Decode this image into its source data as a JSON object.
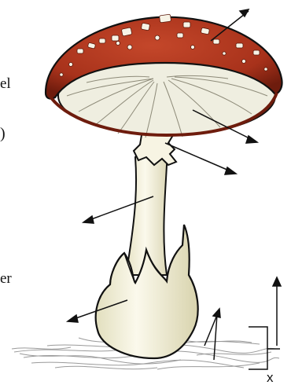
{
  "labels": {
    "cut_off_el": "el",
    "cut_off_paren": ")",
    "cut_off_er": "er",
    "scale_x": "x"
  },
  "colors": {
    "cap_red": "#a8321b",
    "cap_dark": "#6e1c0d",
    "gills": "#efeee0",
    "stem": "#f4f1dc",
    "volva": "#f1efd5",
    "mycelium": "#9a9a9a",
    "outline": "#111111"
  },
  "icons": [
    "up-arrow-icon",
    "bracket-icon"
  ]
}
